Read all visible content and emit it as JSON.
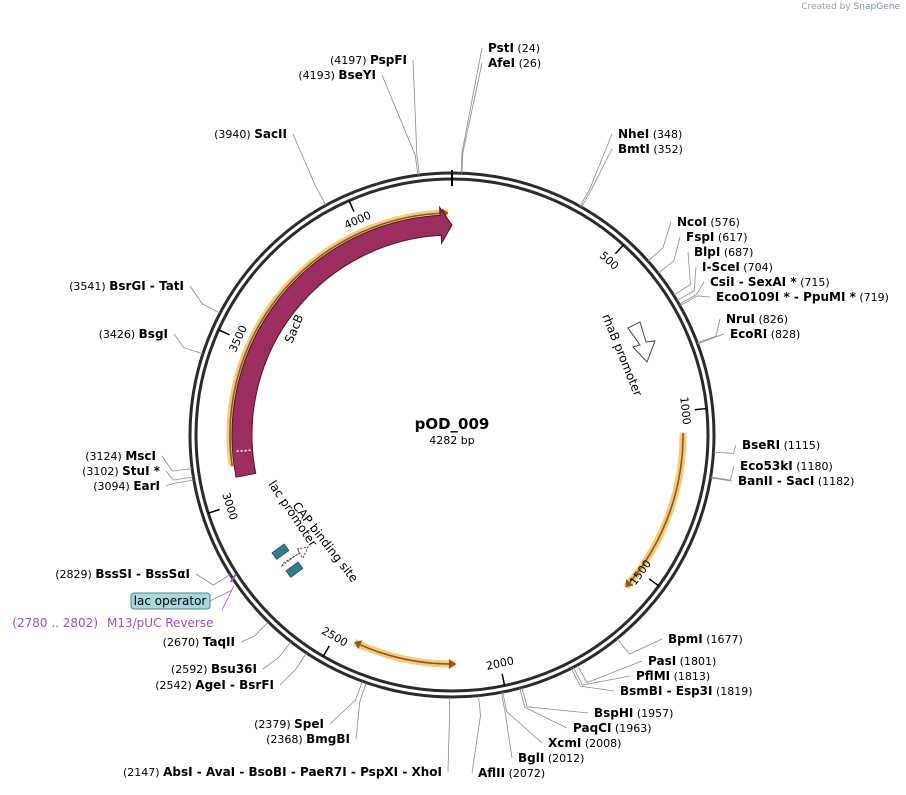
{
  "credit": {
    "prefix": "Created by",
    "brand": "SnapGene"
  },
  "plasmid": {
    "name": "pOD_009",
    "length_label": "4282 bp",
    "length": 4282
  },
  "colors": {
    "backbone": "#2b2b2b",
    "feature_sacb": "#9b2d5f",
    "highlight": "#f6c26b",
    "operator": "#a8d8dd",
    "cap_site": "#2e7f8f",
    "primer": "#a349c8",
    "leader": "#8a8a8a"
  },
  "ticks": [
    "500",
    "1000",
    "1500",
    "2000",
    "2500",
    "3000",
    "3500",
    "4000"
  ],
  "features": {
    "sacb": "SacB",
    "rhab": "rhaB promoter",
    "lac_promoter": "lac promoter",
    "cap": "CAP binding site",
    "lac_operator": "lac operator"
  },
  "primer": {
    "pos": "(2780 .. 2802)",
    "name": "M13/pUC Reverse"
  },
  "enzymes": [
    {
      "site": 24,
      "pos": "(24)",
      "names": [
        "PstI"
      ]
    },
    {
      "site": 26,
      "pos": "(26)",
      "names": [
        "AfeI"
      ]
    },
    {
      "site": 348,
      "pos": "(348)",
      "names": [
        "NheI"
      ]
    },
    {
      "site": 352,
      "pos": "(352)",
      "names": [
        "BmtI"
      ]
    },
    {
      "site": 576,
      "pos": "(576)",
      "names": [
        "NcoI"
      ]
    },
    {
      "site": 617,
      "pos": "(617)",
      "names": [
        "FspI"
      ]
    },
    {
      "site": 687,
      "pos": "(687)",
      "names": [
        "BlpI"
      ]
    },
    {
      "site": 704,
      "pos": "(704)",
      "names": [
        "I-SceI"
      ]
    },
    {
      "site": 715,
      "pos": "(715)",
      "names": [
        "CsiI",
        "SexAI *"
      ]
    },
    {
      "site": 719,
      "pos": "(719)",
      "names": [
        "EcoO109I *",
        "PpuMI *"
      ]
    },
    {
      "site": 826,
      "pos": "(826)",
      "names": [
        "NruI"
      ]
    },
    {
      "site": 828,
      "pos": "(828)",
      "names": [
        "EcoRI"
      ]
    },
    {
      "site": 1115,
      "pos": "(1115)",
      "names": [
        "BseRI"
      ]
    },
    {
      "site": 1180,
      "pos": "(1180)",
      "names": [
        "Eco53kI"
      ]
    },
    {
      "site": 1182,
      "pos": "(1182)",
      "names": [
        "BanII",
        "SacI"
      ]
    },
    {
      "site": 1677,
      "pos": "(1677)",
      "names": [
        "BpmI"
      ]
    },
    {
      "site": 1801,
      "pos": "(1801)",
      "names": [
        "PasI"
      ]
    },
    {
      "site": 1813,
      "pos": "(1813)",
      "names": [
        "PflMI"
      ]
    },
    {
      "site": 1819,
      "pos": "(1819)",
      "names": [
        "BsmBI",
        "Esp3I"
      ]
    },
    {
      "site": 1957,
      "pos": "(1957)",
      "names": [
        "BspHI"
      ]
    },
    {
      "site": 1963,
      "pos": "(1963)",
      "names": [
        "PaqCI"
      ]
    },
    {
      "site": 2008,
      "pos": "(2008)",
      "names": [
        "XcmI"
      ]
    },
    {
      "site": 2012,
      "pos": "(2012)",
      "names": [
        "BglI"
      ]
    },
    {
      "site": 2072,
      "pos": "(2072)",
      "names": [
        "AflII"
      ]
    },
    {
      "site": 2147,
      "pos": "(2147)",
      "names": [
        "AbsI",
        "AvaI",
        "BsoBI",
        "PaeR7I",
        "PspXI",
        "XhoI"
      ]
    },
    {
      "site": 2368,
      "pos": "(2368)",
      "names": [
        "BmgBI"
      ]
    },
    {
      "site": 2379,
      "pos": "(2379)",
      "names": [
        "SpeI"
      ]
    },
    {
      "site": 2542,
      "pos": "(2542)",
      "names": [
        "AgeI",
        "BsrFI"
      ]
    },
    {
      "site": 2592,
      "pos": "(2592)",
      "names": [
        "Bsu36I"
      ]
    },
    {
      "site": 2670,
      "pos": "(2670)",
      "names": [
        "TaqII"
      ]
    },
    {
      "site": 2829,
      "pos": "(2829)",
      "names": [
        "BssSI",
        "BssSαI"
      ]
    },
    {
      "site": 3094,
      "pos": "(3094)",
      "names": [
        "EarI"
      ]
    },
    {
      "site": 3102,
      "pos": "(3102)",
      "names": [
        "StuI *"
      ]
    },
    {
      "site": 3124,
      "pos": "(3124)",
      "names": [
        "MscI"
      ]
    },
    {
      "site": 3426,
      "pos": "(3426)",
      "names": [
        "BsgI"
      ]
    },
    {
      "site": 3541,
      "pos": "(3541)",
      "names": [
        "BsrGI",
        "TatI"
      ]
    },
    {
      "site": 3940,
      "pos": "(3940)",
      "names": [
        "SacII"
      ]
    },
    {
      "site": 4193,
      "pos": "(4193)",
      "names": [
        "BseYI"
      ]
    },
    {
      "site": 4197,
      "pos": "(4197)",
      "names": [
        "PspFI"
      ]
    }
  ]
}
